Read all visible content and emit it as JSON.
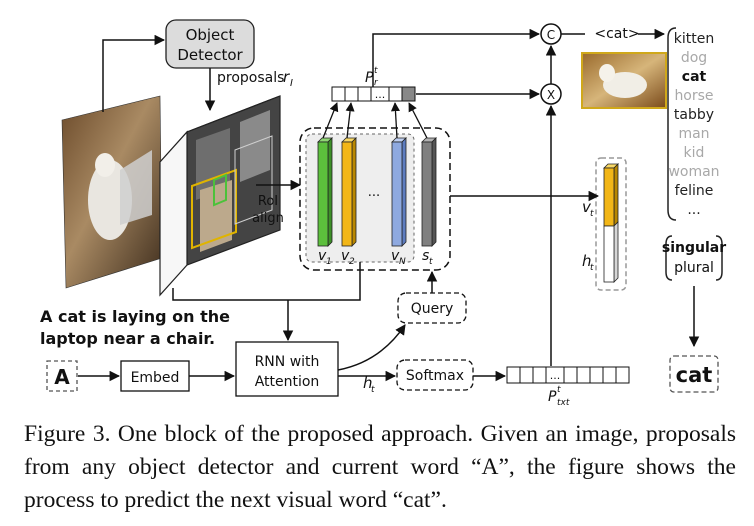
{
  "detector": {
    "line1": "Object",
    "line2": "Detector"
  },
  "proposals_label": "proposals",
  "proposals_symbol": "r",
  "proposals_sub": "I",
  "roi_align": {
    "line1": "RoI",
    "line2": "align"
  },
  "pr_label": "P",
  "pr_sup": "t",
  "pr_sub": "r",
  "cells_ellipsis": "...",
  "feature_labels": {
    "v1": "v",
    "v1_sub": "1",
    "v2": "v",
    "v2_sub": "2",
    "vn": "v",
    "vn_sub": "N",
    "st": "s",
    "st_sub": "t"
  },
  "combine_c": "C",
  "combine_x": "X",
  "cat_token": "<cat>",
  "word_list": [
    {
      "text": "kitten",
      "color": "#222222",
      "bold": false
    },
    {
      "text": "dog",
      "color": "#a8a8a8",
      "bold": false
    },
    {
      "text": "cat",
      "color": "#111111",
      "bold": true
    },
    {
      "text": "horse",
      "color": "#a8a8a8",
      "bold": false
    },
    {
      "text": "tabby",
      "color": "#222222",
      "bold": false
    },
    {
      "text": "man",
      "color": "#a8a8a8",
      "bold": false
    },
    {
      "text": "kid",
      "color": "#a8a8a8",
      "bold": false
    },
    {
      "text": "woman",
      "color": "#a8a8a8",
      "bold": false
    },
    {
      "text": "feline",
      "color": "#222222",
      "bold": false
    },
    {
      "text": "...",
      "color": "#222222",
      "bold": false
    }
  ],
  "vt_label": "v",
  "vt_sub": "t",
  "ht_label": "h",
  "ht_sub": "t",
  "singular": "singular",
  "plural": "plural",
  "image_caption_line1": "A cat is laying on the",
  "image_caption_line2": "laptop near a chair.",
  "input_word": "A",
  "embed": "Embed",
  "rnn": {
    "line1": "RNN with",
    "line2": "Attention"
  },
  "query": "Query",
  "softmax": "Softmax",
  "ptxt_label": "P",
  "ptxt_sup": "t",
  "ptxt_sub": "txt",
  "output_word": "cat",
  "caption": "Figure 3. One block of the proposed approach. Given an image, proposals from any object detector and current word “A”, the figure shows the process to predict the next visual word “cat”.",
  "colors": {
    "v1": "#5cbf3c",
    "v2": "#f2b617",
    "vn": "#8ea9e0",
    "st": "#808080",
    "detector_fill": "#dcdcdc",
    "vt_top": "#f2b617"
  }
}
